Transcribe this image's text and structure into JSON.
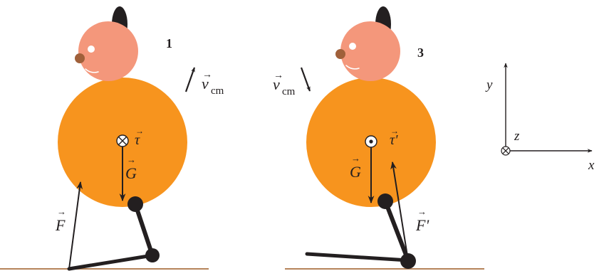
{
  "colors": {
    "body": "#f7941e",
    "head": "#f4977b",
    "ear": "#231f20",
    "nose": "#a0603a",
    "ground": "#b5835a",
    "ink": "#231f20",
    "white": "#ffffff"
  },
  "panel_1": {
    "number": "1",
    "vcm_vec": "→",
    "vcm_sym": "v",
    "vcm_sub": "cm",
    "tau_vec": "→",
    "tau_sym": "τ",
    "G_vec": "→",
    "G_sym": "G",
    "F_vec": "→",
    "F_sym": "F",
    "torque_icon": "into-page-cross-icon"
  },
  "panel_3": {
    "number": "3",
    "vcm_vec": "→",
    "vcm_sym": "v",
    "vcm_sub": "cm",
    "tau_vec": "→",
    "tau_sym": "τ'",
    "G_vec": "→",
    "G_sym": "G",
    "F_vec": "→",
    "F_sym": "F'",
    "torque_icon": "out-of-page-dot-icon"
  },
  "axes": {
    "x_label": "x",
    "y_label": "y",
    "z_label": "z",
    "z_icon": "into-page-cross-icon"
  }
}
